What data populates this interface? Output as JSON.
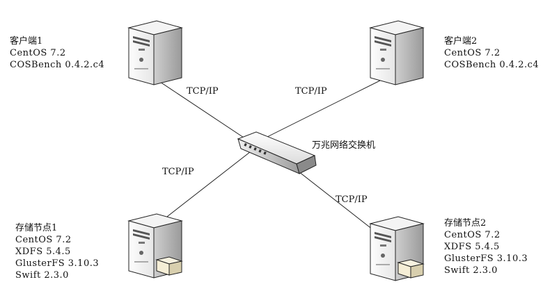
{
  "client1": {
    "title": "客户端1",
    "lines": [
      "CentOS 7.2",
      "COSBench 0.4.2.c4"
    ]
  },
  "client2": {
    "title": "客户端2",
    "lines": [
      "CentOS 7.2",
      "COSBench 0.4.2.c4"
    ]
  },
  "storage1": {
    "title": "存储节点1",
    "lines": [
      "CentOS 7.2",
      "XDFS 5.4.5",
      "GlusterFS 3.10.3",
      "Swift 2.3.0"
    ]
  },
  "storage2": {
    "title": "存储节点2",
    "lines": [
      "CentOS 7.2",
      "XDFS 5.4.5",
      "GlusterFS 3.10.3",
      "Swift 2.3.0"
    ]
  },
  "switch": {
    "label": "万兆网络交换机"
  },
  "links": {
    "client1": "TCP/IP",
    "client2": "TCP/IP",
    "storage1": "TCP/IP",
    "storage2": "TCP/IP"
  },
  "icons": {
    "server": "server-tower-icon",
    "switch": "network-switch-icon"
  }
}
